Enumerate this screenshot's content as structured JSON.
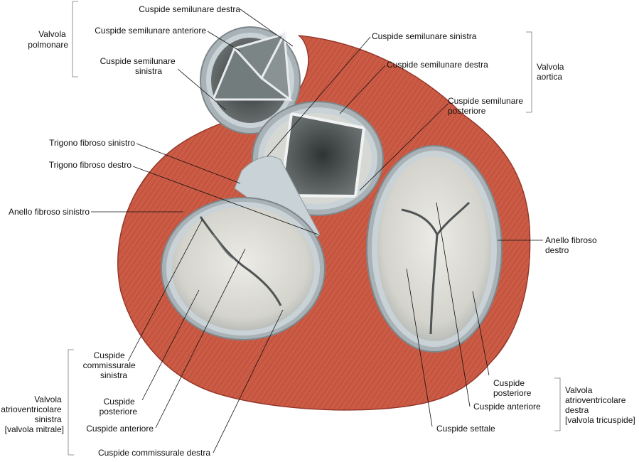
{
  "labels": {
    "pulmonary_valve": [
      "Valvola",
      "polmonare"
    ],
    "pulm_right": "Cuspide semilunare destra",
    "pulm_anterior": "Cuspide semilunare anteriore",
    "pulm_left": [
      "Cuspide semilunare",
      "sinistra"
    ],
    "aortic_left": "Cuspide semilunare sinistra",
    "aortic_right": "Cuspide semilunare destra",
    "aortic_posterior": [
      "Cuspide semilunare",
      "posteriore"
    ],
    "aortic_valve": [
      "Valvola",
      "aortica"
    ],
    "left_trigone": "Trigono fibroso sinistro",
    "right_trigone": "Trigono fibroso destro",
    "left_annulus": "Anello fibroso sinistro",
    "right_annulus": [
      "Anello fibroso",
      "destro"
    ],
    "left_commissural": [
      "Cuspide",
      "commissurale",
      "sinistra"
    ],
    "mitral_valve": [
      "Valvola",
      "atrioventricolare",
      "sinistra",
      "[valvola mitrale]"
    ],
    "mitral_posterior": [
      "Cuspide",
      "posteriore"
    ],
    "mitral_anterior": "Cuspide anteriore",
    "right_commissural": "Cuspide commissurale destra",
    "tric_posterior": [
      "Cuspide",
      "posteriore"
    ],
    "tric_anterior": "Cuspide anteriore",
    "tric_septal": "Cuspide settale",
    "tricuspid_valve": [
      "Valvola",
      "atrioventricolare",
      "destra",
      "[valvola tricuspide]"
    ]
  },
  "colors": {
    "muscle": "#c8553f",
    "muscle_dark": "#9e3526",
    "muscle_light": "#de7a62",
    "annulus": "#c9d2d6",
    "cusp": "#dcdcd6",
    "cusp_shadow": "#5f6464",
    "lead_line": "#111111"
  }
}
